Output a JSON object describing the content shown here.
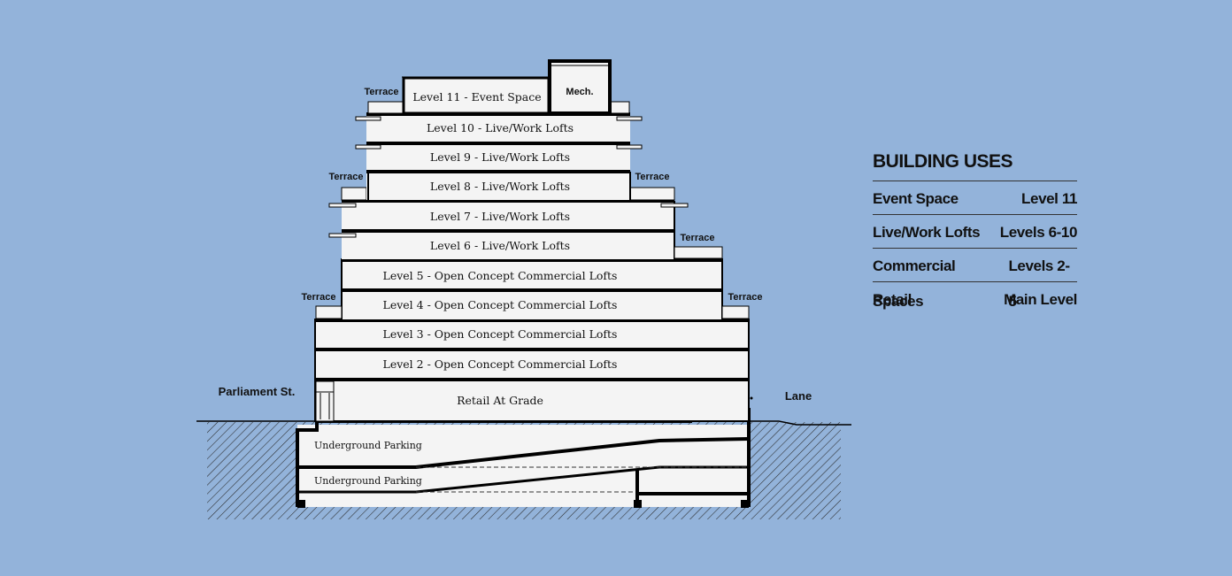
{
  "floors": {
    "level11": "Level 11 - Event Space",
    "mech": "Mech.",
    "level10": "Level 10 - Live/Work Lofts",
    "level9": "Level 9 - Live/Work Lofts",
    "level8": "Level 8 - Live/Work Lofts",
    "level7": "Level 7 - Live/Work Lofts",
    "level6": "Level 6 - Live/Work Lofts",
    "level5": "Level 5 - Open Concept Commercial Lofts",
    "level4": "Level 4 - Open Concept Commercial Lofts",
    "level3": "Level 3 - Open Concept Commercial Lofts",
    "level2": "Level 2 - Open Concept Commercial Lofts",
    "retail": "Retail At Grade",
    "parking1": "Underground Parking",
    "parking2": "Underground Parking"
  },
  "terrace_label": "Terrace",
  "streets": {
    "left": "Parliament St.",
    "right": "Lane"
  },
  "legend": {
    "title": "BUILDING USES",
    "rows": [
      {
        "use": "Event Space",
        "levels": "Level 11"
      },
      {
        "use": "Live/Work Lofts",
        "levels": "Levels 6-10"
      },
      {
        "use": "Commercial Spaces",
        "levels": "Levels 2-5"
      },
      {
        "use": "Retail",
        "levels": "Main Level"
      }
    ]
  },
  "colors": {
    "background": "#93b3da",
    "floor_fill": "#f4f4f4",
    "line": "#000000"
  }
}
